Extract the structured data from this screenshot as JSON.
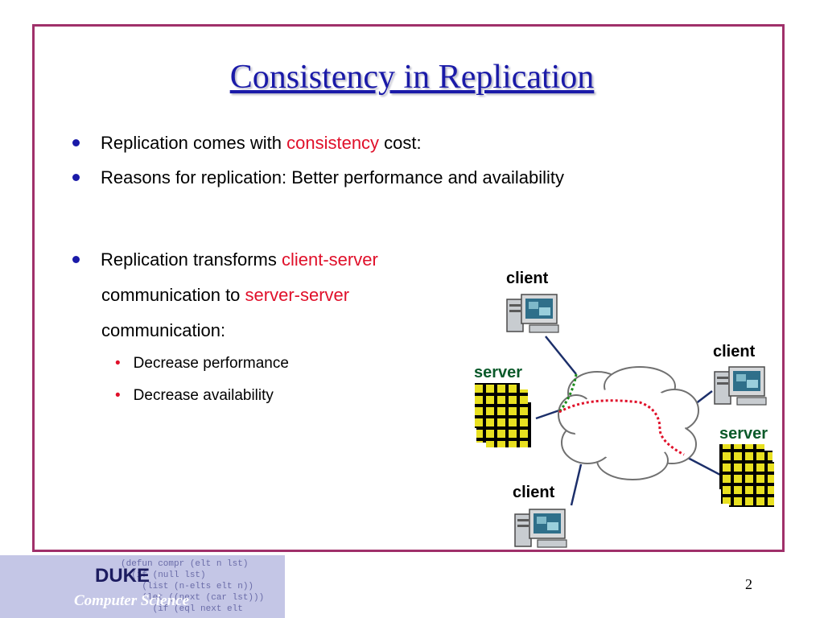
{
  "slide": {
    "title": "Consistency in Replication",
    "bullets": [
      {
        "pre": "Replication comes with ",
        "highlight": "consistency",
        "post": " cost:"
      },
      {
        "text": "Reasons for replication: Better performance and availability"
      },
      {
        "pre": "Replication transforms ",
        "highlight": "client-server"
      }
    ],
    "bullet3_line2_pre": "communication to ",
    "bullet3_line2_highlight": "server-server",
    "bullet3_line3": "communication:",
    "sub_bullets": [
      "Decrease performance",
      "Decrease availability"
    ],
    "page_number": "2"
  },
  "diagram": {
    "labels": {
      "client_top": "client",
      "client_right": "client",
      "client_bottom": "client",
      "server_left": "server",
      "server_right": "server"
    }
  },
  "footer": {
    "logo_title": "DUKE",
    "logo_subtitle": "Computer Science",
    "logo_code": "(defun compr (elt n lst)\n  (if (null lst)\n    (list (n-elts elt n))\n    (let ((next (car lst)))\n      (if (eql next elt"
  },
  "colors": {
    "title": "#1a1aa8",
    "highlight": "#e0102a",
    "frame": "#a0306a",
    "server_label": "#0a5a2a"
  }
}
